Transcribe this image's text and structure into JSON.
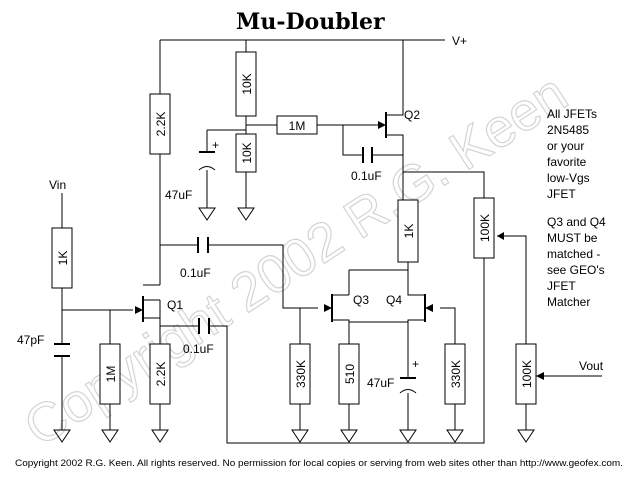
{
  "title": "Mu-Doubler",
  "watermark": "Copyright 2002 R.G. Keen",
  "footer": "Copyright 2002 R.G. Keen. All rights reserved. No permission for local copies or serving from web sites other than http://www.geofex.com.",
  "labels": {
    "vplus": "V+",
    "vin": "Vin",
    "vout": "Vout",
    "q1": "Q1",
    "q2": "Q2",
    "q3": "Q3",
    "q4": "Q4",
    "c_in": "47pF",
    "c_q2": "47uF",
    "c_q4": "47uF",
    "c_coupling_1": "0.1uF",
    "c_coupling_2": "0.1uF",
    "c_coupling_3": "0.1uF",
    "plus_1": "+",
    "plus_2": "+"
  },
  "resistors": {
    "r_in": "1K",
    "r_q1_drain": "2.2K",
    "r_div_top": "10K",
    "r_div_bot": "10K",
    "r_gate_q2": "1M",
    "r_q1_gate": "1M",
    "r_q1_source": "2.2K",
    "r_q3_gate": "330K",
    "r_q3_source": "510",
    "r_q4_gate": "330K",
    "r_q4_drain": "1K",
    "r_pot": "100K",
    "r_out": "100K"
  },
  "note_jfets": [
    "All JFETs",
    "2N5485",
    "or your",
    "favorite",
    "low-Vgs",
    "JFET"
  ],
  "note_match": [
    "Q3 and Q4",
    "MUST be",
    "matched -",
    "see GEO's",
    "JFET",
    "Matcher"
  ]
}
